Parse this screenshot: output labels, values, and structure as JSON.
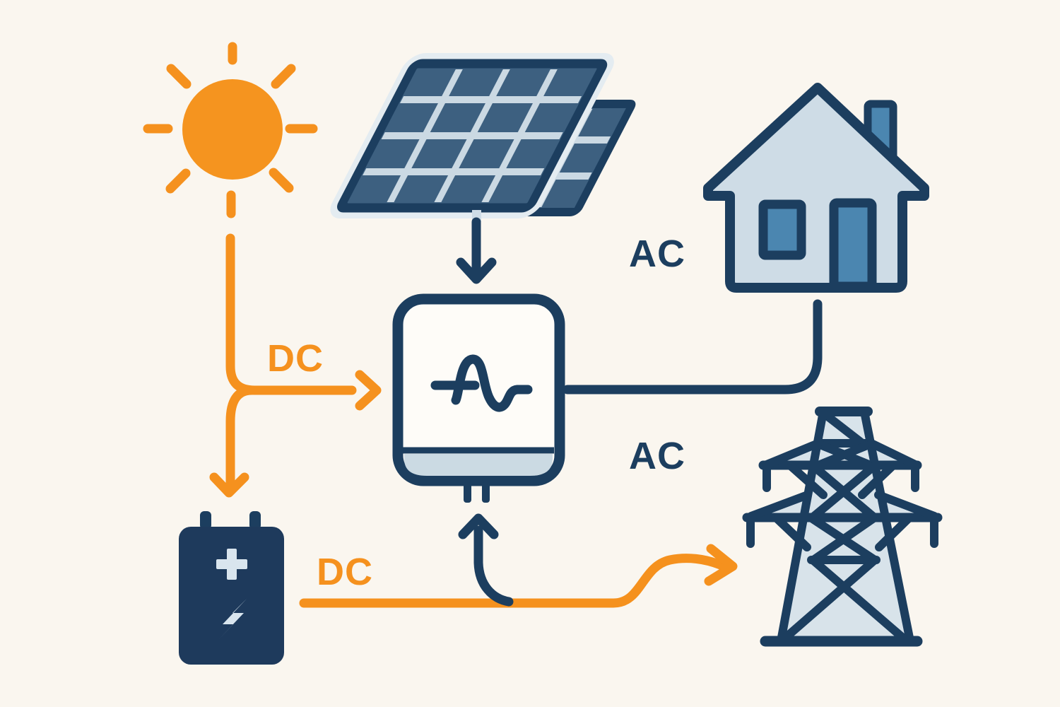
{
  "diagram": {
    "type": "solar-energy-flow-diagram",
    "background": "#FAF6EF",
    "palette": {
      "orange": "#F5911E",
      "navy": "#1C3E5F",
      "panel_cell_blue": "#3D6080",
      "light_blue_gray": "#CEDCE6",
      "medium_blue": "#4B86B0",
      "inverter_white": "#FEFCF8"
    },
    "nodes": [
      {
        "id": "sun",
        "icon": "sun-icon"
      },
      {
        "id": "solar-panel",
        "icon": "solar-panel-icon"
      },
      {
        "id": "inverter",
        "icon": "inverter-icon"
      },
      {
        "id": "battery",
        "icon": "battery-icon"
      },
      {
        "id": "house",
        "icon": "house-icon"
      },
      {
        "id": "grid-tower",
        "icon": "transmission-tower-icon"
      }
    ],
    "labels": {
      "dc_top": "DC",
      "ac_top": "AC",
      "ac_middle": "AC",
      "dc_bottom": "DC"
    },
    "flows": [
      {
        "from": "sun",
        "to": "inverter",
        "current": "DC",
        "color": "#F5911E"
      },
      {
        "from": "sun",
        "to": "battery",
        "current": "DC",
        "color": "#F5911E"
      },
      {
        "from": "solar-panel",
        "to": "inverter",
        "current": "DC",
        "color": "#1C3E5F"
      },
      {
        "from": "inverter",
        "to": "house",
        "current": "AC",
        "color": "#1C3E5F"
      },
      {
        "from": "battery",
        "to": "grid-tower",
        "current": "DC",
        "color": "#F5911E"
      },
      {
        "from": "battery-line",
        "to": "inverter",
        "current": "AC",
        "color": "#1C3E5F"
      }
    ]
  }
}
